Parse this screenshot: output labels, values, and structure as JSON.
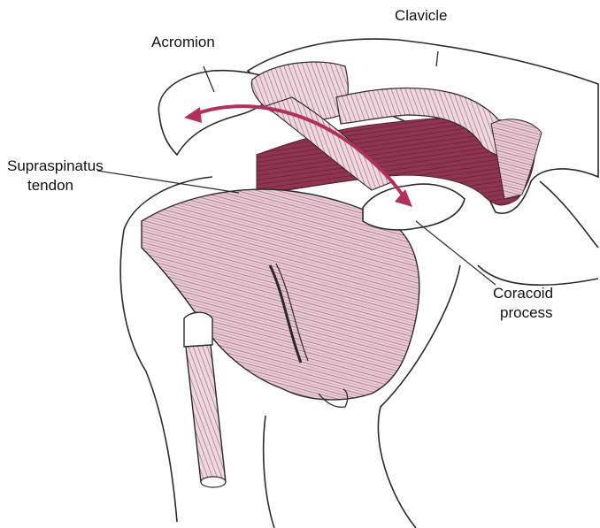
{
  "labels": {
    "clavicle": "Clavicle",
    "acromion": "Acromion",
    "supraspinatus_line1": "Supraspinatus",
    "supraspinatus_line2": "tendon",
    "coracoid_line1": "Coracoid",
    "coracoid_line2": "process"
  },
  "colors": {
    "muscle": "#8e3550",
    "tendon_tint": "#e6c7d2",
    "arrow": "#b2305a",
    "outline": "#2a2a2a"
  }
}
